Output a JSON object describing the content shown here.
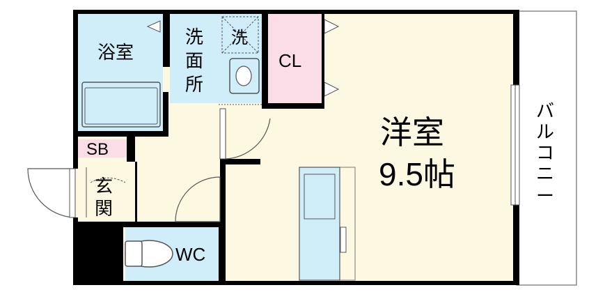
{
  "rooms": {
    "bath": "浴室",
    "washroom": [
      "洗",
      "面",
      "所"
    ],
    "washer_mark": "洗",
    "closet": "CL",
    "main_room": "洋室",
    "main_room_size": "9.5帖",
    "shoe_box": "SB",
    "entrance": [
      "玄",
      "関"
    ],
    "toilet": "WC",
    "balcony": [
      "バ",
      "ル",
      "コ",
      "ニ",
      "ー"
    ]
  },
  "colors": {
    "wall": "#000000",
    "floor": "#fdf8e1",
    "water": "#cfeefa",
    "closet": "#fadde6",
    "outline": "#8a8a8a"
  }
}
